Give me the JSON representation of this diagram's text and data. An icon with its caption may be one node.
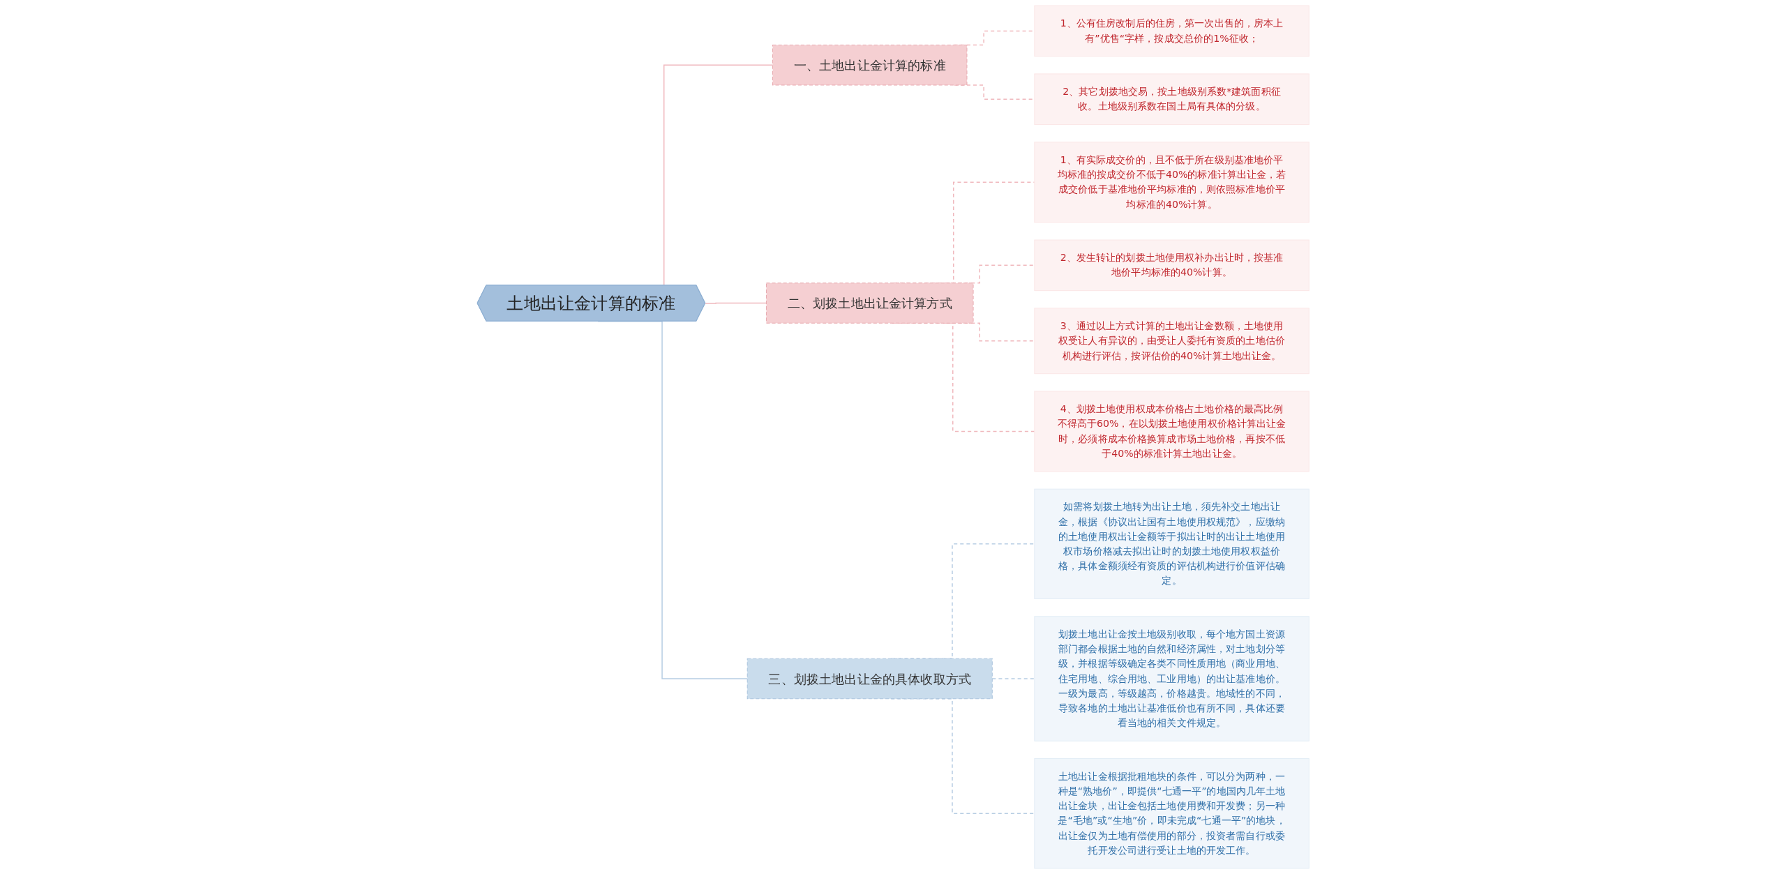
{
  "diagram": {
    "nodes": [
      {
        "text": [
          "土地出让金计算的标准"
        ]
      },
      {
        "text": [
          "一、土地出让金计算的标准"
        ]
      },
      {
        "text": [
          "1、公有住房改制后的住房，第一次出售的，房本上有”优售“字样，按成交总价的1%征收；"
        ]
      },
      {
        "text": [
          "2、其它划拨地交易，按土地级别系数*建筑面积征收。土地级别系数在国土局有具体的分级。"
        ]
      },
      {
        "text": [
          "二、划拨土地出让金计算方式"
        ]
      },
      {
        "text": [
          "1、有实际成交价的，且不低于所在级别基准地价平均标准的按成交价不低于40%的标准计算出让金，若成交价低于基准地价平均标准的，则依照标准地价平均标准的40%计算。"
        ]
      },
      {
        "text": [
          "2、发生转让的划拨土地使用权补办出让时，按基准地价平均标准的40%计算。"
        ]
      },
      {
        "text": [
          "3、通过以上方式计算的土地出让金数额，土地使用权受让人有异议的，由受让人委托有资质的土地估价机构进行评估，按评估价的40%计算土地出让金。"
        ]
      },
      {
        "text": [
          "4、划拨土地使用权成本价格占土地价格的最高比例不得高于60%，在以划拨土地使用权价格计算出让金时，必须将成本价格换算成市场土地价格，再按不低于40%的标准计算土地出让金。"
        ]
      },
      {
        "text": [
          "三、划拨土地出让金的具体收取方式"
        ]
      },
      {
        "text": [
          "如需将划拨土地转为出让土地，须先补交土地出让金，根据《协议出让国有土地使用权规范》，应缴纳的土地使用权出让金额等于拟出让时的出让土地使用权市场价格减去拟出让时的划拨土地使用权权益价格，具体金额须经有资质的评估机构进行价值评估确定。"
        ]
      },
      {
        "text": [
          "划拨土地出让金按土地级别收取，每个地方国土资源部门都会根据土地的自然和经济属性，对土地划分等级，并根据等级确定各类不同性质用地（商业用地、住宅用地、综合用地、工业用地）的出让基准地价。一级为最高，等级越高，价格越贵。地域性的不同，导致各地的土地出让基准低价也有所不同，具体还要看当地的相关文件规定。"
        ]
      },
      {
        "text": [
          "土地出让金根据批租地块的条件，可以分为两种，一种是“熟地价”，即提供“七通一平”的地国内几年土地出让金块，出让金包括土地使用费和开发费；另一种是“毛地”或“生地”价，即未完成“七通一平”的地块，出让金仅为土地有偿使用的部分，投资者需自行或委托开发公司进行受让土地的开发工作。"
        ]
      }
    ],
    "edges": [
      {
        "from": 0,
        "to": 1,
        "arrow": "none"
      },
      {
        "from": 1,
        "to": 2,
        "arrow": "none",
        "style": "dashed"
      },
      {
        "from": 1,
        "to": 3,
        "arrow": "none",
        "style": "dashed"
      },
      {
        "from": 0,
        "to": 4,
        "arrow": "none"
      },
      {
        "from": 4,
        "to": 5,
        "arrow": "none",
        "style": "dashed"
      },
      {
        "from": 4,
        "to": 6,
        "arrow": "none",
        "style": "dashed"
      },
      {
        "from": 4,
        "to": 7,
        "arrow": "none",
        "style": "dashed"
      },
      {
        "from": 4,
        "to": 8,
        "arrow": "none",
        "style": "dashed"
      },
      {
        "from": 0,
        "to": 9,
        "arrow": "none",
        "color": "#b7cde3"
      },
      {
        "from": 9,
        "to": 10,
        "arrow": "none",
        "style": "dashed",
        "color": "#b7cde3"
      },
      {
        "from": 9,
        "to": 11,
        "arrow": "none",
        "style": "dashed",
        "color": "#b7cde3"
      },
      {
        "from": 9,
        "to": 12,
        "arrow": "none",
        "style": "dashed",
        "color": "#b7cde3"
      }
    ]
  }
}
